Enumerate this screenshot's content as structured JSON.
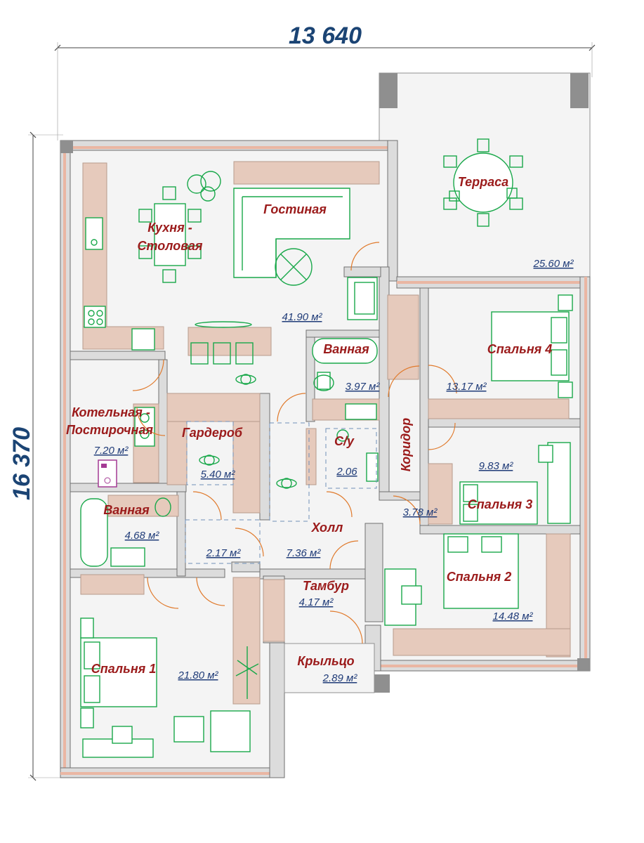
{
  "dimensions": {
    "width": "13 640",
    "height": "16 370"
  },
  "rooms": {
    "terrace": {
      "name": "Терраса",
      "area": "25.60 м²"
    },
    "kitchen": {
      "name1": "Кухня -",
      "name2": "Столовая"
    },
    "living": {
      "name": "Гостиная",
      "area": "41.90 м²"
    },
    "bath1": {
      "name": "Ванная",
      "area": "3.97 м²"
    },
    "bedroom4": {
      "name": "Спальня 4",
      "area": "13.17 м²"
    },
    "boiler": {
      "name1": "Котельная -",
      "name2": "Постирочная",
      "area": "7.20 м²"
    },
    "wardrobe": {
      "name": "Гардероб",
      "area": "5.40 м²"
    },
    "wc": {
      "name": "С/у",
      "area": "2.06"
    },
    "corridor": {
      "name": "Коридор",
      "area": "3.78 м²"
    },
    "bedroom3": {
      "name": "Спальня 3",
      "area": "9.83 м²"
    },
    "bath2": {
      "name": "Ванная",
      "area": "4.68 м²"
    },
    "hallSmall": {
      "area": "2.17 м²"
    },
    "hall": {
      "name": "Холл",
      "area": "7.36 м²"
    },
    "tambour": {
      "name": "Тамбур",
      "area": "4.17 м²"
    },
    "bedroom2": {
      "name": "Спальня 2",
      "area": "14.48 м²"
    },
    "bedroom1": {
      "name": "Спальня 1",
      "area": "21.80 м²"
    },
    "porch": {
      "name": "Крыльцо",
      "area": "2.89 м²"
    }
  },
  "colors": {
    "walls": "#dcdcdc",
    "furniture": "#e6cabc",
    "fixtures": "#19a84a",
    "doors": "#e07a2c",
    "labels": "#9b1b1b",
    "areas": "#1f3b78",
    "dimensions": "#1b4474"
  }
}
